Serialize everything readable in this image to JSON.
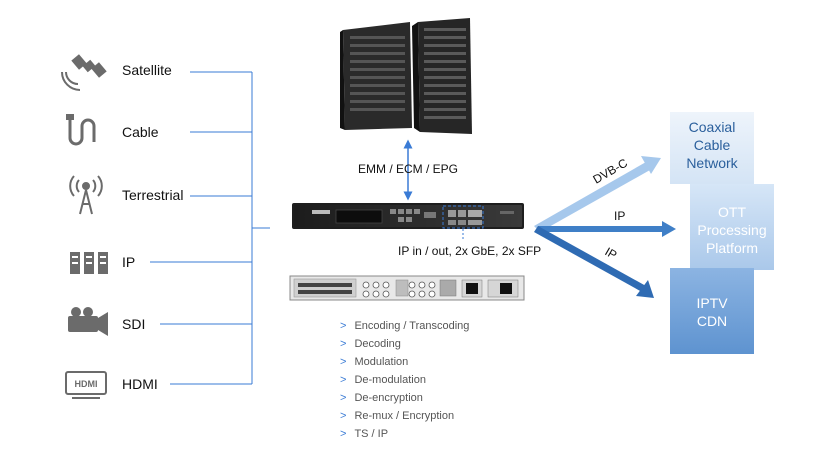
{
  "inputs": [
    {
      "label": "Satellite",
      "icon": "satellite-icon"
    },
    {
      "label": "Cable",
      "icon": "cable-icon"
    },
    {
      "label": "Terrestrial",
      "icon": "antenna-icon"
    },
    {
      "label": "IP",
      "icon": "network-icon"
    },
    {
      "label": "SDI",
      "icon": "camera-icon"
    },
    {
      "label": "HDMI",
      "icon": "hdmi-icon"
    }
  ],
  "server_link_label": "EMM / ECM / EPG",
  "io_label": "IP in / out, 2x GbE, 2x SFP",
  "features": [
    "Encoding / Transcoding",
    "Decoding",
    "Modulation",
    "De-modulation",
    "De-encryption",
    "Re-mux / Encryption",
    "TS / IP"
  ],
  "feature_bullet": ">",
  "outputs": [
    {
      "arrow_label": "DVB-C",
      "target_lines": [
        "Coaxial",
        "Cable",
        "Network"
      ]
    },
    {
      "arrow_label": "IP",
      "target_lines": [
        "OTT",
        "Processing",
        "Platform"
      ]
    },
    {
      "arrow_label": "IP",
      "target_lines": [
        "IPTV",
        "CDN"
      ]
    }
  ],
  "hdmi_text": "HDMI",
  "colors": {
    "line": "#3a7bd5",
    "arrow_dark": "#2e6db4",
    "arrow_light": "#9ec3ea",
    "box_light": "#dde9f6",
    "box_mid": "#b9d2ee",
    "box_dark": "#6f9fd6",
    "icon_gray": "#6b6b6b"
  }
}
